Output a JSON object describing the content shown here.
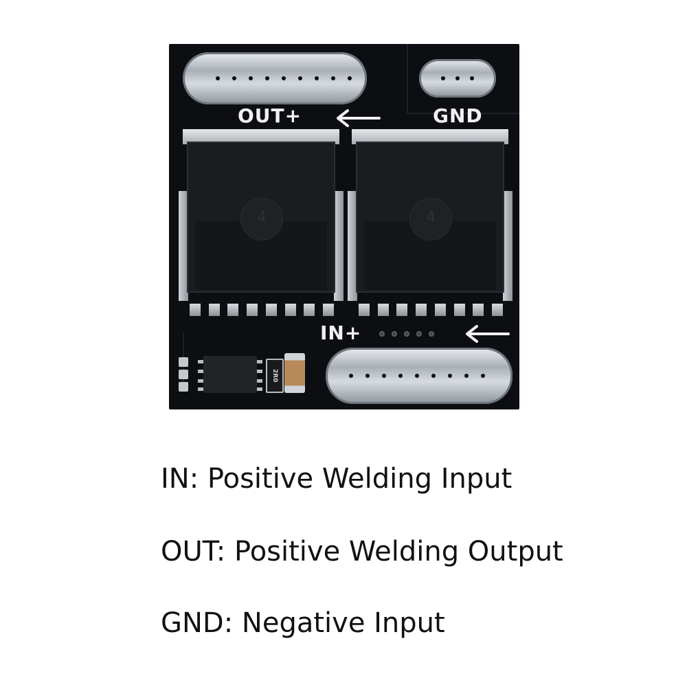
{
  "board": {
    "label_out": "OUT+",
    "label_gnd": "GND",
    "label_in": "IN+",
    "mosfet_marking": "4",
    "resistor_marking": "2R0",
    "arrow_icon": "left-arrow-icon"
  },
  "captions": [
    {
      "text": "IN: Positive Welding Input"
    },
    {
      "text": "OUT: Positive Welding Output"
    },
    {
      "text": "GND: Negative Input"
    }
  ]
}
